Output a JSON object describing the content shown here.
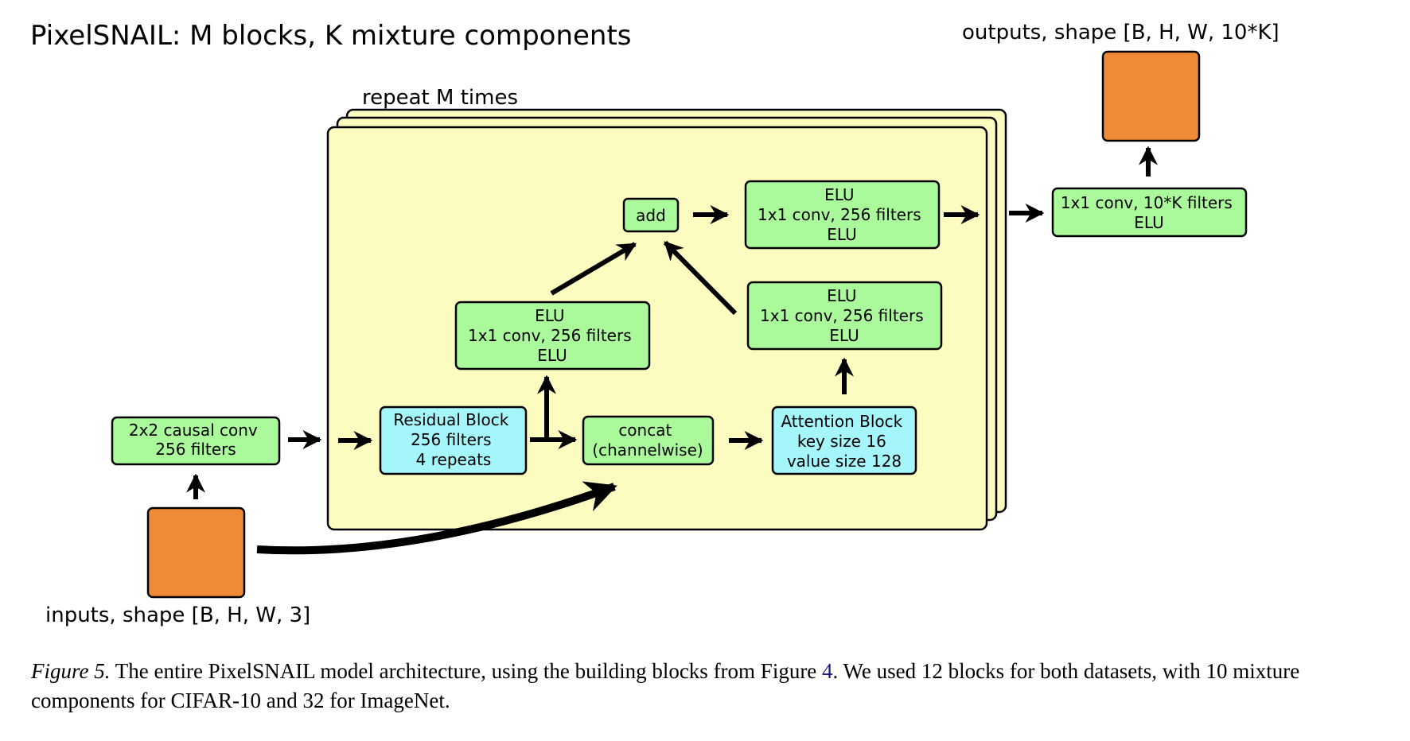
{
  "title": "PixelSNAIL: M blocks, K mixture components",
  "outputs_label": "outputs, shape [B, H, W, 10*K]",
  "inputs_label": "inputs, shape [B, H, W, 3]",
  "repeat_label": "repeat M times",
  "colors": {
    "green": "#aaf99a",
    "cyan": "#a5f6fb",
    "orange": "#ef8b36",
    "yellow": "#fcfcc0",
    "stroke": "#000000"
  },
  "nodes": {
    "causal_conv": {
      "lines": [
        "2x2 causal conv",
        "256 filters"
      ]
    },
    "residual": {
      "lines": [
        "Residual Block",
        "256 filters",
        "4 repeats"
      ]
    },
    "concat": {
      "lines": [
        "concat",
        "(channelwise)"
      ]
    },
    "attention": {
      "lines": [
        "Attention Block",
        "key size 16",
        "value size 128"
      ]
    },
    "elu_left": {
      "lines": [
        "ELU",
        "1x1 conv, 256 filters",
        "ELU"
      ]
    },
    "elu_right": {
      "lines": [
        "ELU",
        "1x1 conv, 256 filters",
        "ELU"
      ]
    },
    "add": {
      "lines": [
        "add"
      ]
    },
    "elu_top": {
      "lines": [
        "ELU",
        "1x1 conv, 256 filters",
        "ELU"
      ]
    },
    "out_conv": {
      "lines": [
        "1x1 conv, 10*K filters",
        "ELU"
      ]
    }
  },
  "caption": {
    "label": "Figure 5.",
    "text_1": " The entire PixelSNAIL model architecture, using the building blocks from Figure ",
    "ref": "4",
    "text_2": ". We used 12 blocks for both datasets, with 10 mixture components for CIFAR-10 and 32 for ImageNet."
  }
}
